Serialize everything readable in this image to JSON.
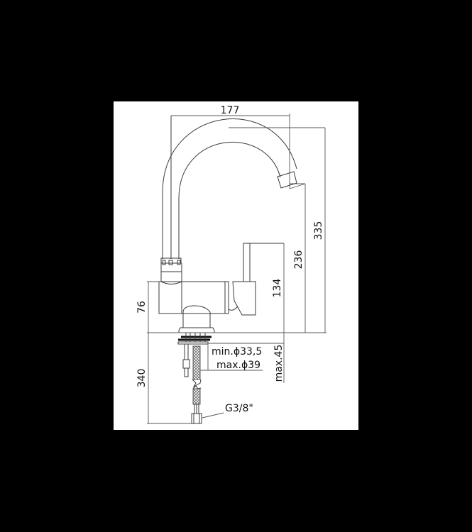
{
  "drawing": {
    "title": "Single-lever sink mixer with swivel spout — technical dimension drawing",
    "background_color": "#000000",
    "paper_color": "#ffffff",
    "line_color": "#3a3a3a",
    "units": "mm"
  },
  "dimensions": {
    "spout_reach": "177",
    "total_height": "335",
    "spout_outlet_height": "236",
    "lever_height": "134",
    "body_height": "76",
    "hose_length": "340",
    "max_deck_thickness": "max.45",
    "min_hole_diameter": "min.ϕ33,5",
    "max_hole_diameter": "max.ϕ39",
    "connection_thread": "G3/8\""
  }
}
